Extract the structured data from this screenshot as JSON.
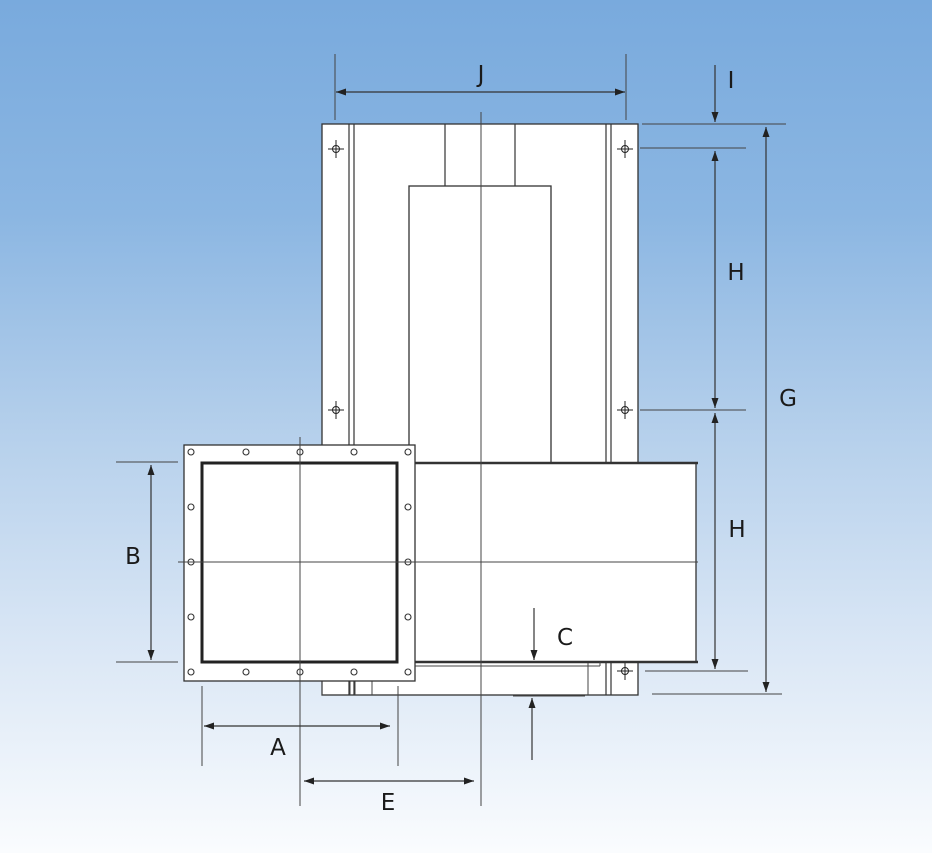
{
  "drawing": {
    "type": "technical dimension drawing",
    "background": {
      "top": "#79aadd",
      "bottom": "#fafcfe"
    },
    "line_color": "#333333",
    "part_fill": "#ffffff"
  },
  "dimensions": {
    "A": {
      "label": "A",
      "orientation": "horizontal",
      "description": "inlet flange inner width"
    },
    "B": {
      "label": "B",
      "orientation": "vertical",
      "description": "inlet flange inner height"
    },
    "C": {
      "label": "C",
      "orientation": "vertical",
      "description": "base offset"
    },
    "E": {
      "label": "E",
      "orientation": "horizontal",
      "description": "inlet centre to body centre"
    },
    "G": {
      "label": "G",
      "orientation": "vertical",
      "description": "overall height"
    },
    "H1": {
      "label": "H",
      "orientation": "vertical",
      "description": "upper mounting hole pitch"
    },
    "H2": {
      "label": "H",
      "orientation": "vertical",
      "description": "lower mounting hole pitch"
    },
    "I": {
      "label": "I",
      "orientation": "vertical",
      "description": "top edge to mounting hole"
    },
    "J": {
      "label": "J",
      "orientation": "horizontal",
      "description": "mounting hole horizontal pitch"
    }
  }
}
